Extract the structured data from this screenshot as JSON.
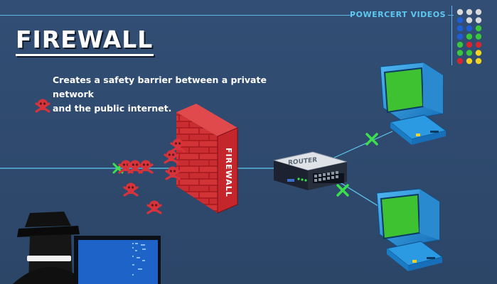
{
  "header": {
    "brand": "POWERCERT VIDEOS",
    "title": "FIREWALL"
  },
  "description": {
    "line1": "Creates a safety barrier between a private network",
    "line2": "and the public internet."
  },
  "diagram": {
    "wall_label": "FIREWALL",
    "router_label": "ROUTER"
  },
  "colors": {
    "background": "#2f4a6e",
    "accent_line": "#58b8e8",
    "brick_red": "#c8262b",
    "skull_red": "#d8333b",
    "screen_green": "#33c12e",
    "monitor_blue": "#1f8fd6",
    "connection_marker": "#3be04a"
  },
  "dot_grid": {
    "rows": [
      [
        "#d9d9d9",
        "#d9d9d9",
        "#d9d9d9"
      ],
      [
        "#1e5fd8",
        "#d9d9d9",
        "#d9d9d9"
      ],
      [
        "#1e5fd8",
        "#1e5fd8",
        "#39c83a"
      ],
      [
        "#1e5fd8",
        "#39c83a",
        "#39c83a"
      ],
      [
        "#39c83a",
        "#d9262e",
        "#d9262e"
      ],
      [
        "#39c83a",
        "#39c83a",
        "#f2d320"
      ],
      [
        "#d9262e",
        "#f2d320",
        "#f2d320"
      ]
    ]
  },
  "icons": {
    "skull": "skull-crossbones-icon",
    "hacker": "hacker-icon",
    "router": "router-icon",
    "computer": "computer-icon",
    "wall": "brick-wall-icon"
  }
}
